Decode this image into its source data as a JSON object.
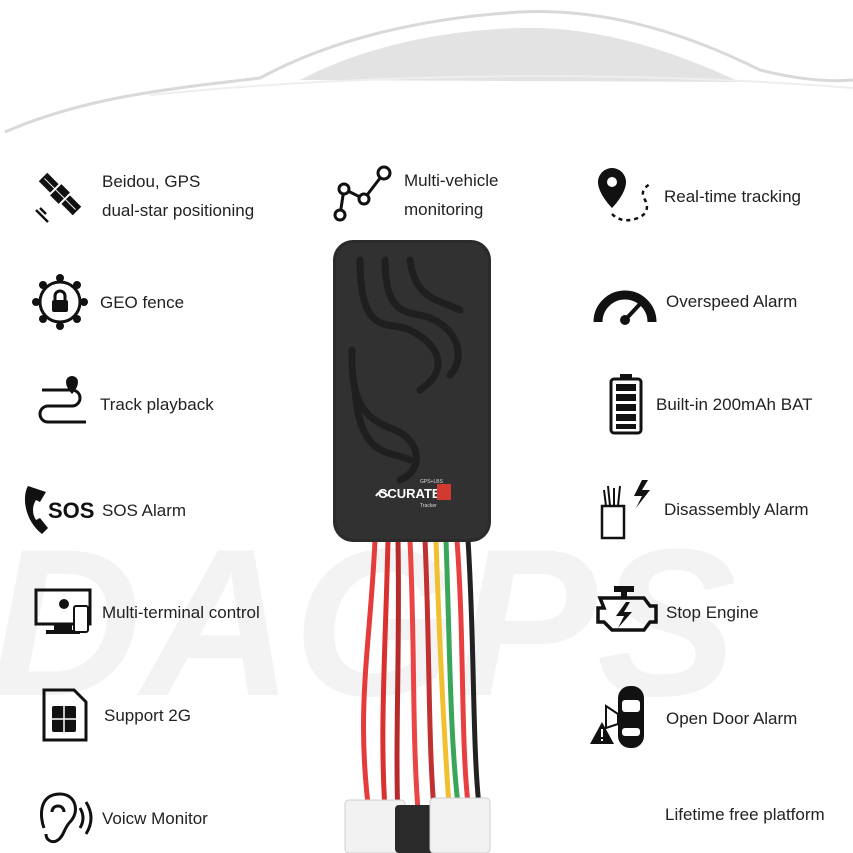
{
  "brand_watermark": "DAGPS",
  "device": {
    "logo_text": "CCURATE",
    "sub_top": "GPS+LBS",
    "sub_bottom": "Tracker"
  },
  "left_features": [
    {
      "icon": "satellite-icon",
      "line1": "Beidou, GPS",
      "line2": "dual-star positioning"
    },
    {
      "icon": "geo-fence-icon",
      "line1": "GEO fence"
    },
    {
      "icon": "track-playback-icon",
      "line1": "Track playback"
    },
    {
      "icon": "sos-phone-icon",
      "line1": "SOS Alarm"
    },
    {
      "icon": "multi-terminal-icon",
      "line1": "Multi-terminal control"
    },
    {
      "icon": "sim-card-icon",
      "line1": "Support 2G"
    },
    {
      "icon": "ear-icon",
      "line1": "Voicw Monitor"
    }
  ],
  "center_feature": {
    "icon": "route-nodes-icon",
    "line1": "Multi-vehicle",
    "line2": "monitoring"
  },
  "right_features": [
    {
      "icon": "location-pin-icon",
      "line1": "Real-time tracking"
    },
    {
      "icon": "speedometer-icon",
      "line1": "Overspeed Alarm"
    },
    {
      "icon": "battery-icon",
      "line1": "Built-in 200mAh BAT"
    },
    {
      "icon": "wires-spark-icon",
      "line1": "Disassembly Alarm"
    },
    {
      "icon": "engine-icon",
      "line1": "Stop Engine"
    },
    {
      "icon": "car-door-warning-icon",
      "line1": "Open Door Alarm"
    },
    {
      "line1": "Lifetime free platform"
    }
  ],
  "sos_icon_text": "SOS"
}
